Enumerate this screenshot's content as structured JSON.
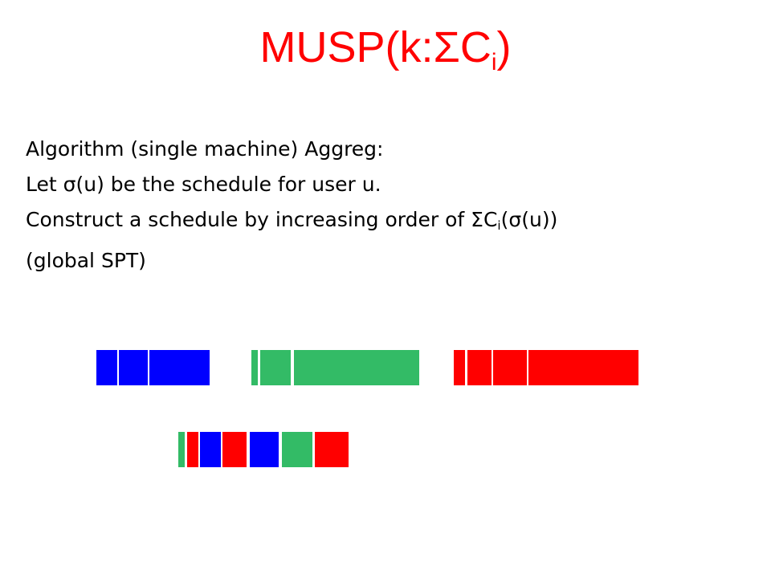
{
  "title": {
    "main": "MUSP(k:ΣC",
    "sub": "i",
    "close": ")"
  },
  "text": {
    "line1": "Algorithm (single machine) Aggreg:",
    "line2_pre": "Let ",
    "line2_sigma": "σ",
    "line2_post": "(u) be the schedule for user u.",
    "line3_pre": "Construct a schedule by increasing order of ",
    "line3_sigma_C": "ΣC",
    "line3_sub": "i",
    "line3_mid": "(",
    "line3_sigma": "σ",
    "line3_post": "(u))",
    "line4": "(global SPT)"
  },
  "colors": {
    "blue": "#0000ff",
    "green": "#33bb66",
    "red": "#ff0000",
    "title": "#ff0000"
  }
}
